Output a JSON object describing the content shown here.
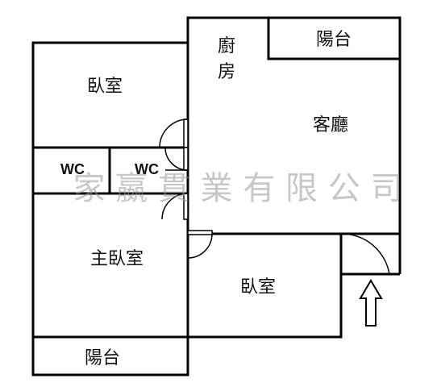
{
  "rooms": {
    "bedroom_top_left": "臥室",
    "wc_left": "WC",
    "wc_right": "WC",
    "master_bedroom": "主臥室",
    "balcony_bottom": "陽台",
    "kitchen_line1": "廚",
    "kitchen_line2": "房",
    "balcony_top": "陽台",
    "living_room": "客廳",
    "bedroom_bottom": "臥室"
  },
  "watermark": "家 嬴 貫 業 有 限 公 司",
  "colors": {
    "wall": "#000000",
    "background": "#ffffff",
    "watermark": "#9a9a9a"
  },
  "icons": {
    "entrance": "up-arrow-icon"
  }
}
